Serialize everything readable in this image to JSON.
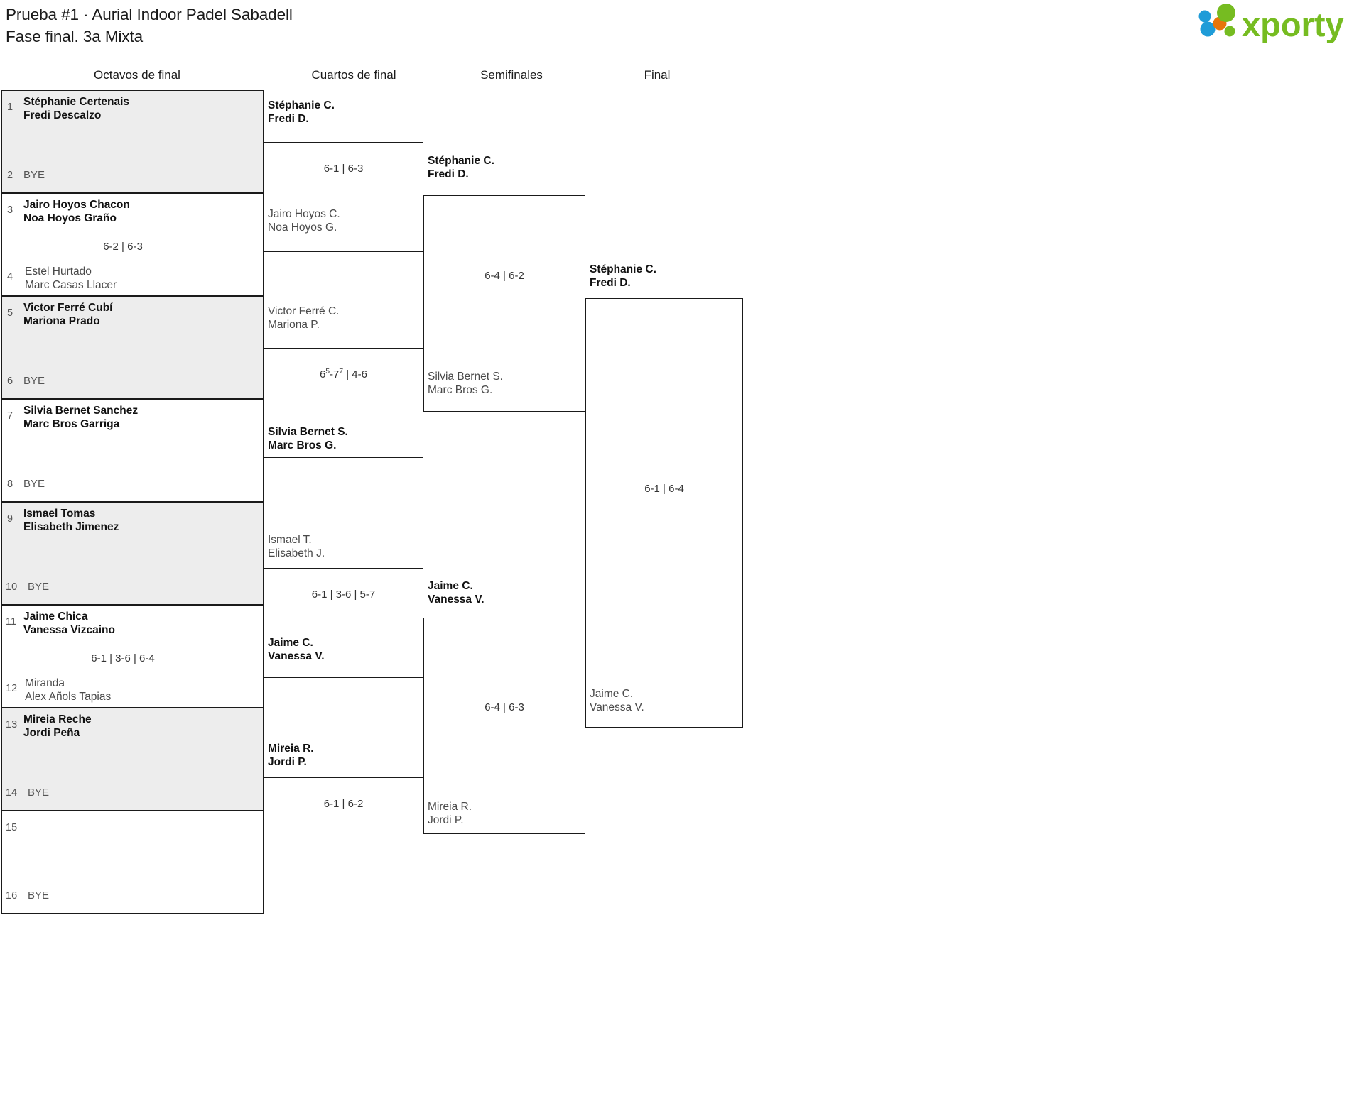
{
  "header": {
    "title_line1": "Prueba #1 · Aurial Indoor Padel Sabadell",
    "title_line2": "Fase final. 3a Mixta",
    "logo_text": "xporty",
    "logo_colors": {
      "green": "#76bc21",
      "orange": "#e8750a",
      "blue": "#1f9cd8"
    }
  },
  "rounds": [
    {
      "key": "r16",
      "label": "Octavos de final"
    },
    {
      "key": "qf",
      "label": "Cuartos de final"
    },
    {
      "key": "sf",
      "label": "Semifinales"
    },
    {
      "key": "final",
      "label": "Final"
    }
  ],
  "bye_label": "BYE",
  "round1": {
    "matches": [
      {
        "top": {
          "seed": "1",
          "line1": "Stéphanie Certenais",
          "line2": "Fredi Descalzo",
          "result": "winner"
        },
        "bottom": {
          "seed": "2",
          "bye": true,
          "result": "bye"
        },
        "score": ""
      },
      {
        "top": {
          "seed": "3",
          "line1": "Jairo Hoyos Chacon",
          "line2": "Noa Hoyos Graño",
          "result": "winner"
        },
        "bottom": {
          "seed": "4",
          "line1": "Estel Hurtado",
          "line2": "Marc Casas Llacer",
          "result": "loser"
        },
        "score": "6-2 | 6-3"
      },
      {
        "top": {
          "seed": "5",
          "line1": "Victor Ferré Cubí",
          "line2": "Mariona Prado",
          "result": "winner"
        },
        "bottom": {
          "seed": "6",
          "bye": true,
          "result": "bye"
        },
        "score": ""
      },
      {
        "top": {
          "seed": "7",
          "line1": "Silvia Bernet Sanchez",
          "line2": "Marc Bros Garriga",
          "result": "winner"
        },
        "bottom": {
          "seed": "8",
          "bye": true,
          "result": "bye"
        },
        "score": ""
      },
      {
        "top": {
          "seed": "9",
          "line1": "Ismael Tomas",
          "line2": "Elisabeth Jimenez",
          "result": "winner"
        },
        "bottom": {
          "seed": "10",
          "bye": true,
          "result": "bye"
        },
        "score": ""
      },
      {
        "top": {
          "seed": "11",
          "line1": "Jaime Chica",
          "line2": "Vanessa Vizcaino",
          "result": "winner"
        },
        "bottom": {
          "seed": "12",
          "line1": "Miranda",
          "line2": "Alex Añols Tapias",
          "result": "loser"
        },
        "score": "6-1 | 3-6 | 6-4"
      },
      {
        "top": {
          "seed": "13",
          "line1": "Mireia Reche",
          "line2": "Jordi Peña",
          "result": "winner"
        },
        "bottom": {
          "seed": "14",
          "bye": true,
          "result": "bye"
        },
        "score": ""
      },
      {
        "top": {
          "seed": "15",
          "line1": "",
          "line2": "",
          "result": "empty"
        },
        "bottom": {
          "seed": "16",
          "bye": true,
          "result": "bye"
        },
        "score": ""
      }
    ]
  },
  "quarterfinals": {
    "matches": [
      {
        "top": {
          "line1": "Stéphanie C.",
          "line2": "Fredi D.",
          "result": "winner"
        },
        "bottom": {
          "line1": "Jairo Hoyos C.",
          "line2": "Noa Hoyos G.",
          "result": "loser"
        },
        "score": "6-1 | 6-3"
      },
      {
        "top": {
          "line1": "Victor Ferré C.",
          "line2": "Mariona P.",
          "result": "loser"
        },
        "bottom": {
          "line1": "Silvia Bernet S.",
          "line2": "Marc Bros G.",
          "result": "winner"
        },
        "score_html": "6<sup>5</sup>-7<sup>7</sup> | 4-6",
        "score": "6(5)-7(7) | 4-6"
      },
      {
        "top": {
          "line1": "Ismael T.",
          "line2": "Elisabeth J.",
          "result": "loser"
        },
        "bottom": {
          "line1": "Jaime C.",
          "line2": "Vanessa V.",
          "result": "winner"
        },
        "score": "6-1 | 3-6 | 5-7"
      },
      {
        "top": {
          "line1": "Mireia R.",
          "line2": "Jordi P.",
          "result": "winner"
        },
        "bottom": {
          "line1": "",
          "line2": "",
          "result": "empty"
        },
        "score": "6-1 | 6-2"
      }
    ]
  },
  "semifinals": {
    "matches": [
      {
        "top": {
          "line1": "Stéphanie C.",
          "line2": "Fredi D.",
          "result": "winner"
        },
        "bottom": {
          "line1": "Silvia Bernet S.",
          "line2": "Marc Bros G.",
          "result": "loser"
        },
        "score": "6-4 | 6-2"
      },
      {
        "top": {
          "line1": "Jaime C.",
          "line2": "Vanessa V.",
          "result": "winner"
        },
        "bottom": {
          "line1": "Mireia R.",
          "line2": "Jordi P.",
          "result": "loser"
        },
        "score": "6-4 | 6-3"
      }
    ]
  },
  "final": {
    "matches": [
      {
        "top": {
          "line1": "Stéphanie C.",
          "line2": "Fredi D.",
          "result": "winner"
        },
        "bottom": {
          "line1": "Jaime C.",
          "line2": "Vanessa V.",
          "result": "loser"
        },
        "score": "6-1 | 6-4"
      }
    ]
  }
}
